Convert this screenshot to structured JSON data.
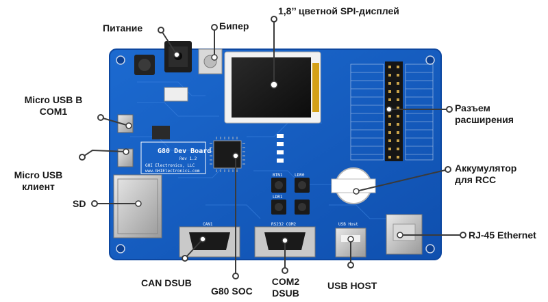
{
  "labels": {
    "power": "Питание",
    "beeper": "Бипер",
    "display": "1,8’’ цветной SPI-дисплей",
    "micro_usb_b_line1": "Micro USB B",
    "micro_usb_b_line2": "COM1",
    "micro_usb_client_line1": "Micro USB",
    "micro_usb_client_line2": "клиент",
    "sd": "SD",
    "expansion_line1": "Разъем",
    "expansion_line2": "расширения",
    "rtc_battery_line1": "Аккумулятор",
    "rtc_battery_line2": "для RCC",
    "rj45": "RJ-45 Ethernet",
    "can_dsub": "CAN DSUB",
    "g80_soc": "G80 SOC",
    "com2_line1": "COM2",
    "com2_line2": "DSUB",
    "usb_host": "USB HOST"
  },
  "board": {
    "title": "G80 Dev Board",
    "subtitle": "Rev 1.2",
    "vendor": "GHI Electronics, LLC",
    "url": "www.GHIElectronics.com",
    "can_silk": "CAN1",
    "com_silk": "RS232 COM2",
    "usb_host_silk": "USB Host",
    "btn1": "BTN1",
    "ldr0": "LDR0",
    "ldr1": "LDR1"
  },
  "colors": {
    "board": "#1560c2",
    "board_edge": "#0d47a0",
    "leader": "#3a3a3a",
    "text": "#1a1a1a"
  }
}
